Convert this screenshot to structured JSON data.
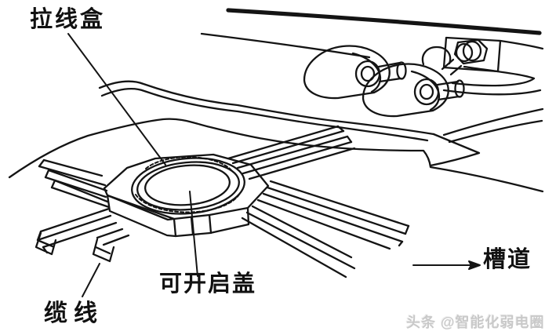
{
  "figure": {
    "type": "technical-line-drawing",
    "labels": {
      "pull_box": "拉线盒",
      "openable_cover": "可开启盖",
      "cable": "缆线",
      "raceway": "槽道"
    },
    "watermark": "头条 @智能化弱电圈",
    "colors": {
      "ink": "#141414",
      "background": "#ffffff",
      "watermark": "#c9c9c9"
    }
  }
}
